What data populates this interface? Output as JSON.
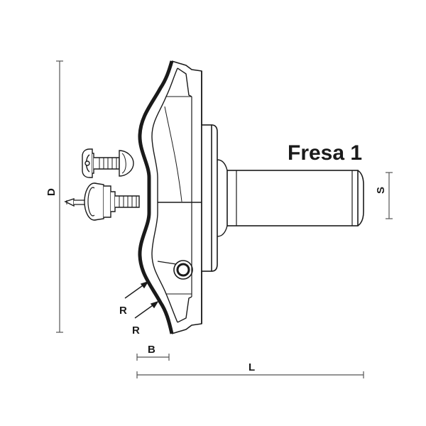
{
  "title": "Fresa 1",
  "dimensions": {
    "diameter": "D",
    "shank": "S",
    "length": "L",
    "bearing_offset": "B",
    "radius_upper": "R",
    "radius_lower": "R"
  },
  "colors": {
    "line": "#1a1a1a",
    "dim_line": "#555555",
    "background": "#ffffff"
  }
}
